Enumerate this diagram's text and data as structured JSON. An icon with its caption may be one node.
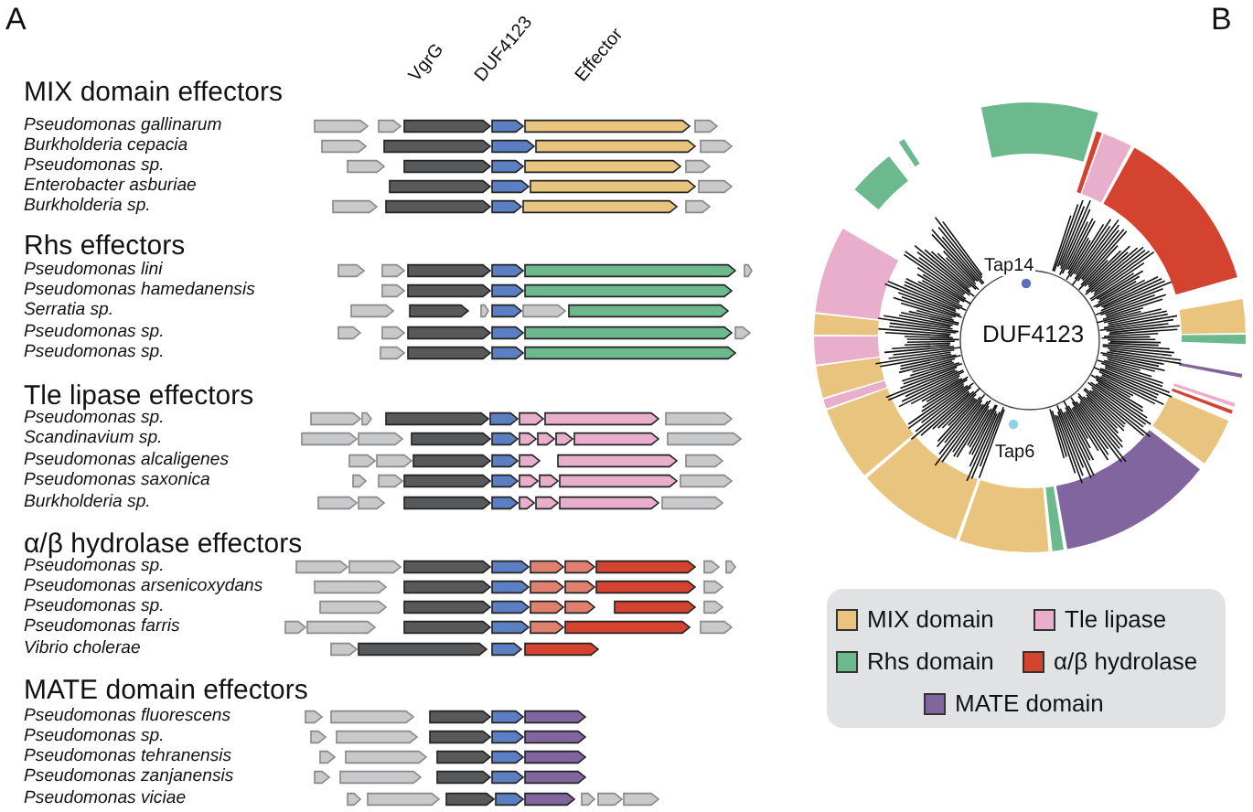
{
  "diagram": {
    "labels": [
      "A",
      "VgrG",
      "DUF4123",
      "Effector",
      "MIX domain effectors",
      "Pseudomonas gallinarum",
      "Burkholderia cepacia",
      "Pseudomonas sp.",
      "Enterobacter asburiae",
      "Burkholderia sp.",
      "Rhs effectors",
      "Pseudomonas lini",
      "Pseudomonas hamedanensis",
      "Serratia sp.",
      "Pseudomonas sp.",
      "Pseudomonas sp.",
      "Tle lipase effectors",
      "Pseudomonas sp.",
      "Scandinavium sp.",
      "Pseudomonas alcaligenes",
      "Pseudomonas saxonica",
      "Burkholderia sp.",
      "α/β hydrolase effectors",
      "Pseudomonas sp.",
      "Pseudomonas arsenicoxydans",
      "Pseudomonas sp.",
      "Pseudomonas farris",
      "Vibrio cholerae",
      "MATE domain effectors",
      "Pseudomonas fluorescens",
      "Pseudomonas sp.",
      "Pseudomonas tehranensis",
      "Pseudomonas zanjanensis",
      "Pseudomonas viciae",
      "B",
      "Tap14",
      "DUF4123",
      "Tap6"
    ],
    "legend": [
      {
        "text": "MIX domain",
        "color": "#e9c47e"
      },
      {
        "text": "Tle lipase",
        "color": "#e8aecb"
      },
      {
        "text": "Rhs domain",
        "color": "#6cb98e"
      },
      {
        "text": "α/β hydrolase",
        "color": "#d3432f"
      },
      {
        "text": "MATE domain",
        "color": "#80659e"
      }
    ]
  }
}
